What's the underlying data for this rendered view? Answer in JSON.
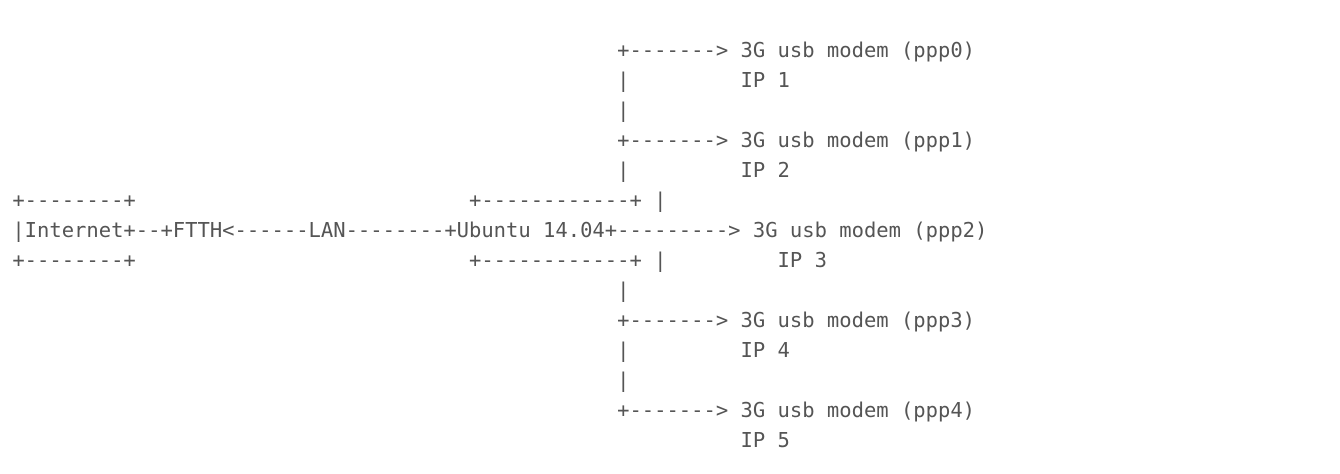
{
  "diagram": {
    "lines": [
      "                                                  +-------> 3G usb modem (ppp0)",
      "                                                  |         IP 1",
      "                                                  |",
      "                                                  +-------> 3G usb modem (ppp1)",
      "                                                  |         IP 2",
      " +--------+                           +------------+ |",
      " |Internet+--+FTTH<------LAN--------+Ubuntu 14.04+---------> 3G usb modem (ppp2)",
      " +--------+                           +------------+ |         IP 3",
      "                                                  |",
      "                                                  +-------> 3G usb modem (ppp3)",
      "                                                  |         IP 4",
      "                                                  |",
      "                                                  +-------> 3G usb modem (ppp4)",
      "                                                            IP 5"
    ]
  },
  "colors": {
    "text": "#555555",
    "background": "#ffffff"
  }
}
